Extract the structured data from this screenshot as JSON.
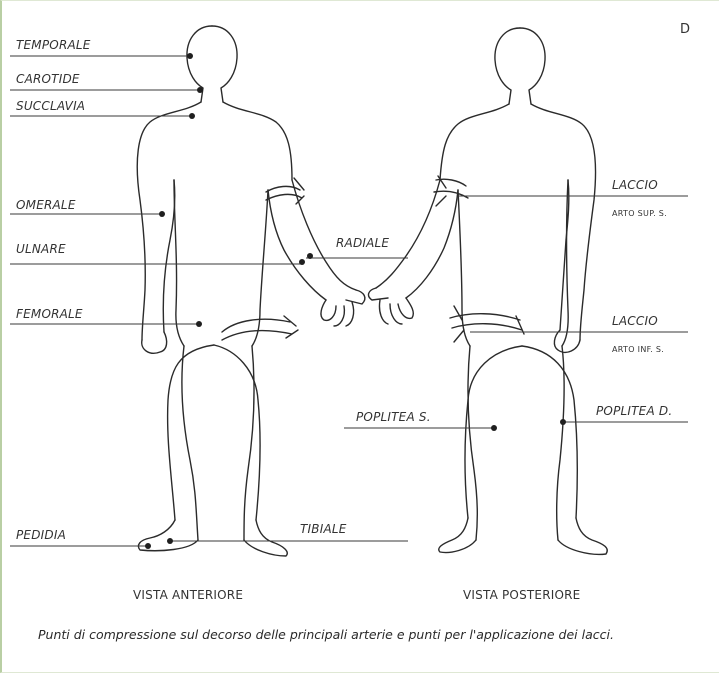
{
  "panel_letter": "D",
  "labels": {
    "temporale": "TEMPORALE",
    "carotide": "CAROTIDE",
    "succlavia": "SUCCLAVIA",
    "omerale": "OMERALE",
    "ulnare": "ULNARE",
    "radiale": "RADIALE",
    "femorale": "FEMORALE",
    "pedidia": "PEDIDIA",
    "tibiale": "TIBIALE",
    "laccio_sup": "LACCIO",
    "arto_sup": "ARTO SUP. S.",
    "laccio_inf": "LACCIO",
    "arto_inf": "ARTO INF. S.",
    "poplitea_s": "POPLITEA S.",
    "poplitea_d": "POPLITEA D."
  },
  "views": {
    "anterior": "VISTA ANTERIORE",
    "posterior": "VISTA POSTERIORE"
  },
  "caption": "Punti di compressione sul decorso delle principali arterie e punti per l'applicazione dei lacci."
}
